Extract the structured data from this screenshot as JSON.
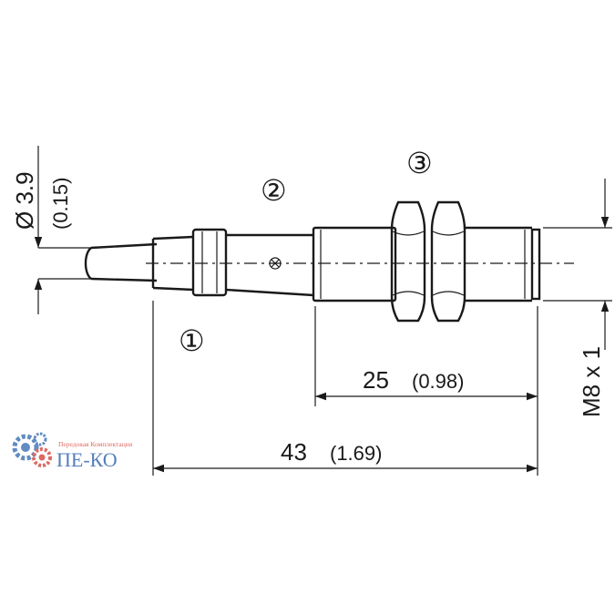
{
  "callouts": {
    "c1": "①",
    "c2": "②",
    "c3": "③"
  },
  "dimensions": {
    "diameter_main": "Ø 3.9",
    "diameter_alt": "(0.15)",
    "len25_main": "25",
    "len25_alt": "(0.98)",
    "len43_main": "43",
    "len43_alt": "(1.69)",
    "thread": "M8 x 1"
  },
  "logo": {
    "small_text": "Передовая Комплектация",
    "big_text": "ПЕ-КО",
    "colors": {
      "gear_blue": "#3a6fb3",
      "gear_red": "#d6443b",
      "text_blue": "#2a5ea8"
    }
  }
}
